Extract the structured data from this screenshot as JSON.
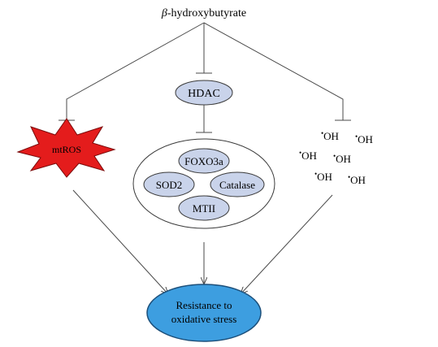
{
  "diagram": {
    "source": {
      "greek": "β",
      "rest": "-hydroxybutyrate"
    },
    "hdac": "HDAC",
    "mtros": "mtROS",
    "targets": {
      "foxo3a": "FOXO3a",
      "sod2": "SOD2",
      "catalase": "Catalase",
      "mtii": "MTII"
    },
    "radicals": {
      "dot": "•",
      "label": "OH",
      "items": [
        "•OH",
        "•OH",
        "•OH",
        "•OH",
        "•OH",
        "•OH"
      ]
    },
    "outcome": {
      "line1": "Resistance to",
      "line2": "oxidative stress"
    }
  },
  "colors": {
    "node_fill": "#c9d3ea",
    "node_stroke": "#3a3a3a",
    "mtros_fill": "#e41c1c",
    "outcome_fill": "#3d9ee0",
    "outcome_stroke": "#1c4f7a",
    "line": "#4a4a4a"
  }
}
